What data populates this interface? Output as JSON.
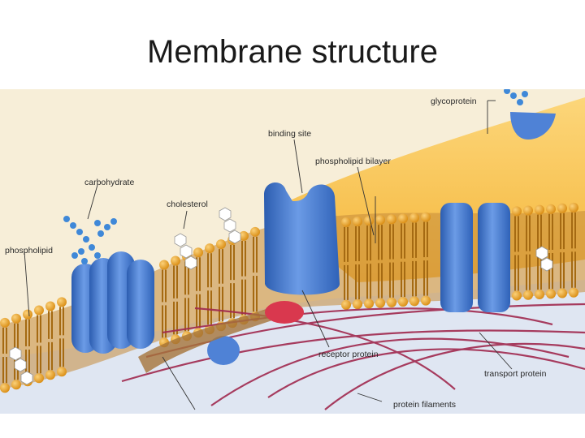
{
  "slide": {
    "title": "Membrane structure"
  },
  "diagram": {
    "labels": {
      "glycoprotein": "glycoprotein",
      "binding_site": "binding site",
      "phospholipid_bilayer": "phospholipid bilayer",
      "carbohydrate": "carbohydrate",
      "cholesterol": "cholesterol",
      "phospholipid": "phospholipid",
      "receptor_protein": "receptor protein",
      "transport_protein": "transport protein",
      "protein_filaments": "protein filaments"
    },
    "colors": {
      "background": "#f7eed8",
      "cytoplasm": "#dfe6f2",
      "lipid_head": "#e9a52a",
      "lipid_tail": "#b77b1c",
      "membrane_core": "#c48a3a",
      "protein": "#4f82d6",
      "protein_dark": "#2c5db0",
      "carbohydrate": "#3f88d8",
      "cholesterol": "#ffffff",
      "filament": "#a0294e",
      "receptor": "#d9384e",
      "cell_surface": "#f8c04a"
    }
  }
}
